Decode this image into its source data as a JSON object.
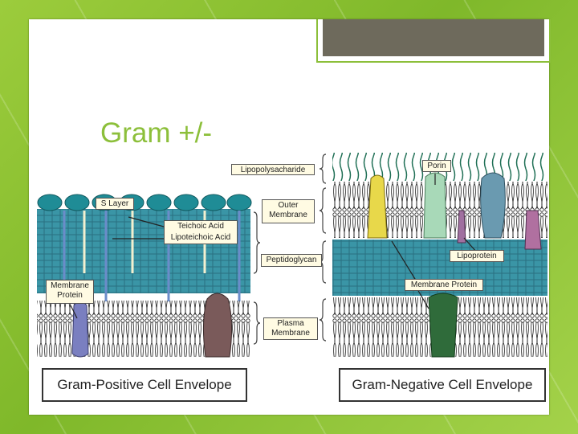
{
  "slide": {
    "title": "Gram +/-"
  },
  "diagram": {
    "center_labels": {
      "lipopolysaccharide": "Lipopolysacharide",
      "outer_membrane": "Outer Membrane",
      "peptidoglycan": "Peptidoglycan",
      "plasma_membrane": "Plasma Membrane"
    },
    "left_labels": {
      "s_layer": "S Layer",
      "teichoic": "Teichoic Acid",
      "lipoteichoic": "Lipoteichoic Acid",
      "membrane_protein": "Membrane Protein"
    },
    "right_labels": {
      "porin": "Porin",
      "lipoprotein": "Lipoprotein",
      "membrane_protein": "Membrane Protein"
    },
    "footers": {
      "gram_positive": "Gram-Positive Cell Envelope",
      "gram_negative": "Gram-Negative Cell Envelope"
    }
  },
  "colors": {
    "background": "#8cc43a",
    "title": "#8cbf3a",
    "peptidoglycan": "#3a95a6",
    "s_layer": "#1f8c96",
    "porin_yellow": "#e8d84a",
    "membrane_protein_green": "#2f6b3a"
  }
}
